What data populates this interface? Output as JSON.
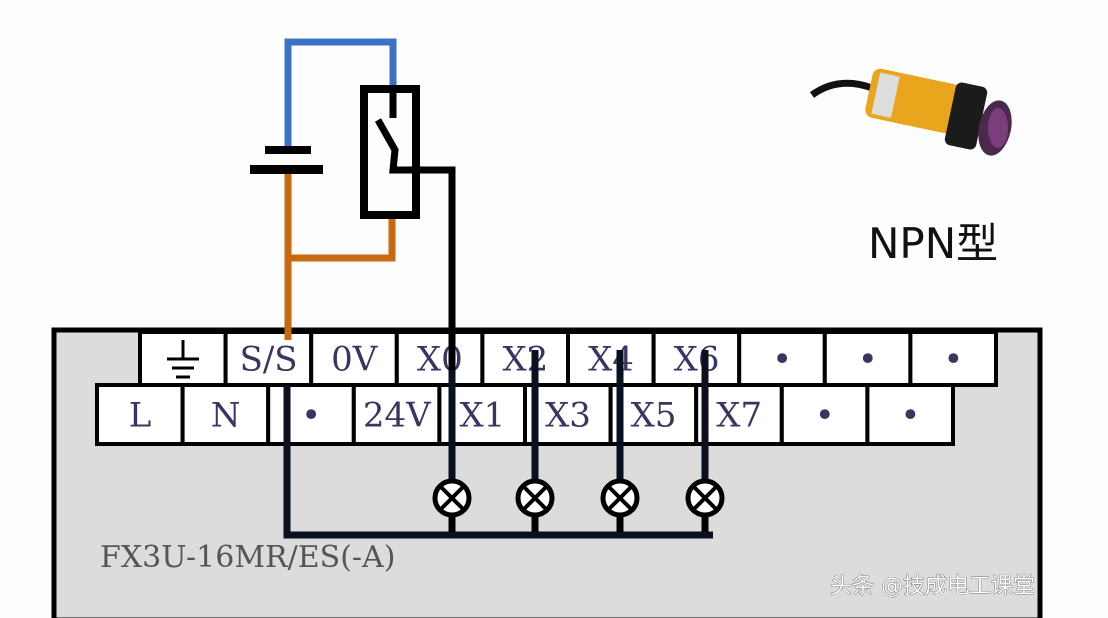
{
  "plc": {
    "model": "FX3U-16MR/ES(-A)",
    "top_row": [
      "⏚",
      "S/S",
      "0V",
      "X0",
      "X2",
      "X4",
      "X6",
      "•",
      "•",
      "•"
    ],
    "bottom_row": [
      "L",
      "N",
      "•",
      "24V",
      "X1",
      "X3",
      "X5",
      "X7",
      "•",
      "•"
    ]
  },
  "sensor": {
    "type_label": "NPN型"
  },
  "watermark": "头条 @技成电工课堂",
  "colors": {
    "blue_wire": "#3a72c4",
    "orange_wire": "#c8690f",
    "black_wire": "#000000",
    "plc_body": "#dcdcdc"
  }
}
